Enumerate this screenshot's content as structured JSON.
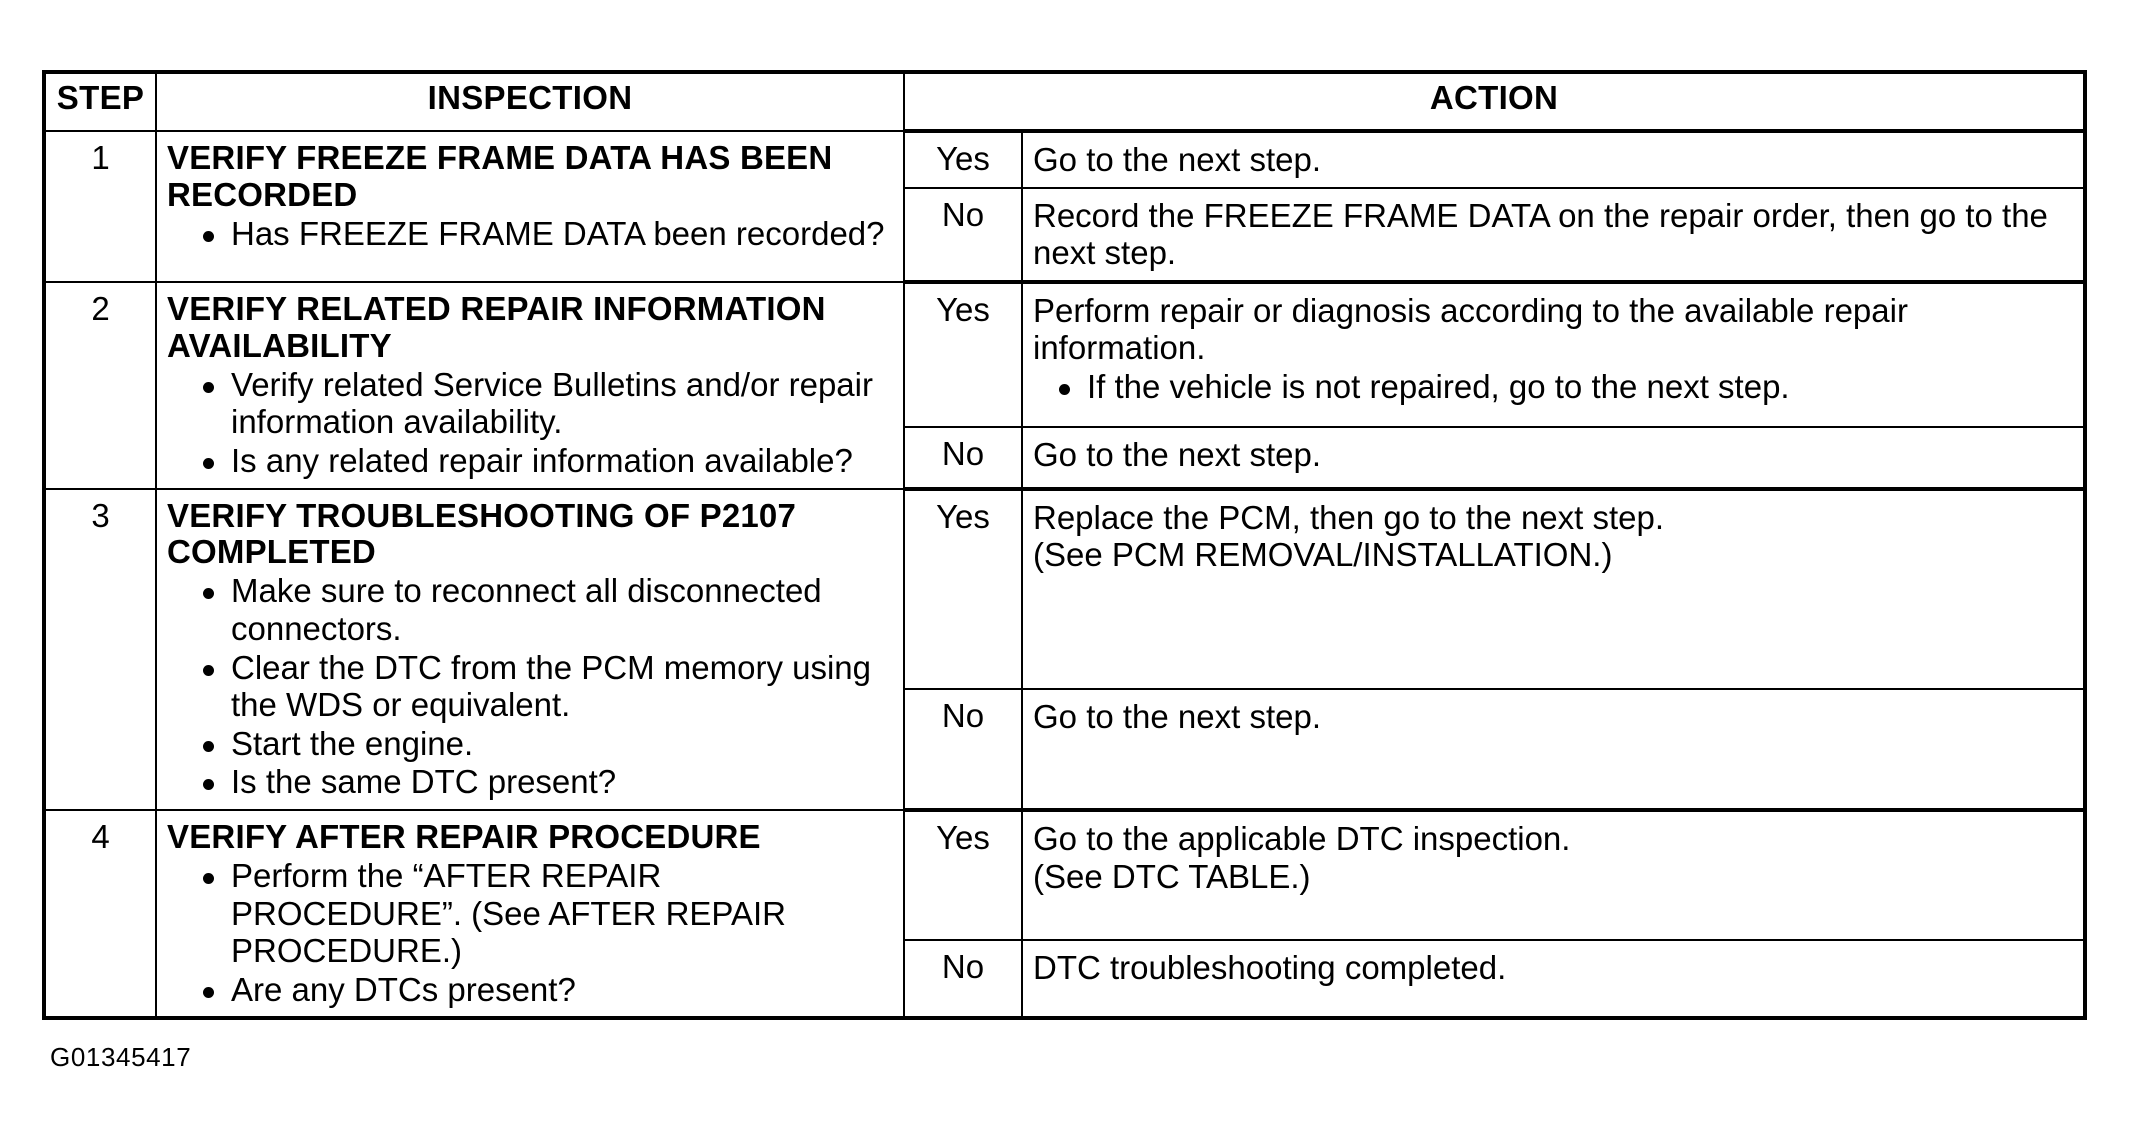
{
  "figure_id": "G01345417",
  "table": {
    "headers": {
      "step": "STEP",
      "inspection": "INSPECTION",
      "action": "ACTION"
    },
    "judgement": {
      "yes": "Yes",
      "no": "No"
    },
    "rows": [
      {
        "step": "1",
        "inspection_title": "VERIFY FREEZE FRAME DATA HAS BEEN RECORDED",
        "inspection_bullets": [
          "Has FREEZE FRAME DATA been recorded?"
        ],
        "yes_action_lines": [
          "Go to the next step."
        ],
        "yes_action_bullets": [],
        "no_action_lines": [
          "Record the FREEZE FRAME DATA on the repair order, then go to the next step."
        ],
        "no_action_bullets": []
      },
      {
        "step": "2",
        "inspection_title": "VERIFY RELATED REPAIR INFORMATION AVAILABILITY",
        "inspection_bullets": [
          "Verify related Service Bulletins and/or repair information availability.",
          "Is any related repair information available?"
        ],
        "yes_action_lines": [
          "Perform repair or diagnosis according to the available repair information."
        ],
        "yes_action_bullets": [
          "If the vehicle is not repaired, go to the next step."
        ],
        "no_action_lines": [
          "Go to the next step."
        ],
        "no_action_bullets": []
      },
      {
        "step": "3",
        "inspection_title": "VERIFY TROUBLESHOOTING OF P2107 COMPLETED",
        "inspection_bullets": [
          "Make sure to reconnect all disconnected connectors.",
          "Clear the DTC from the PCM memory using the WDS or equivalent.",
          "Start the engine.",
          "Is the same DTC present?"
        ],
        "yes_action_lines": [
          "Replace the PCM, then go to the next step.",
          "(See PCM REMOVAL/INSTALLATION.)"
        ],
        "yes_action_bullets": [],
        "no_action_lines": [
          "Go to the next step."
        ],
        "no_action_bullets": []
      },
      {
        "step": "4",
        "inspection_title": "VERIFY AFTER REPAIR PROCEDURE",
        "inspection_bullets": [
          "Perform the “AFTER REPAIR PROCEDURE”. (See AFTER REPAIR PROCEDURE.)",
          "Are any DTCs present?"
        ],
        "yes_action_lines": [
          "Go to the applicable DTC inspection.",
          "(See DTC TABLE.)"
        ],
        "yes_action_bullets": [],
        "no_action_lines": [
          "DTC troubleshooting completed."
        ],
        "no_action_bullets": []
      }
    ]
  }
}
